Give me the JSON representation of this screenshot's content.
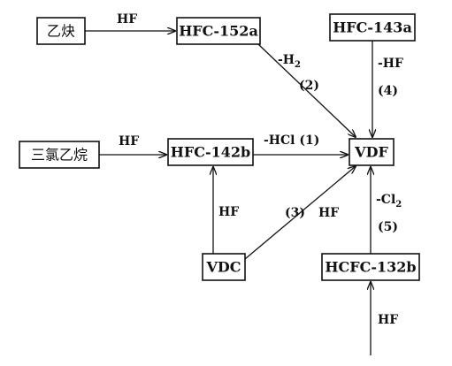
{
  "nodes": {
    "acetylene": "乙炔",
    "hfc152a": "HFC-152a",
    "hfc143a": "HFC-143a",
    "trichloroethane": "三氯乙烷",
    "hfc142b": "HFC-142b",
    "vdf": "VDF",
    "vdc": "VDC",
    "hcfc132b": "HCFC-132b"
  },
  "edges": {
    "acetylene_to_152a": "HF",
    "trichloroethane_to_142b": "HF",
    "vdc_to_142b": "HF",
    "hfc152a_to_vdf_reagent": "-H",
    "hfc152a_to_vdf_reagent_sub": "2",
    "hfc152a_to_vdf_step": "(2)",
    "hfc143a_to_vdf_reagent": "-HF",
    "hfc143a_to_vdf_step": "(4)",
    "hfc142b_to_vdf": "-HCl (1)",
    "vdc_to_vdf_step": "(3)",
    "vdc_to_vdf_reagent": "HF",
    "hcfc132b_to_vdf_reagent": "-Cl",
    "hcfc132b_to_vdf_reagent_sub": "2",
    "hcfc132b_to_vdf_step": "(5)",
    "feed_to_132b": "HF"
  }
}
